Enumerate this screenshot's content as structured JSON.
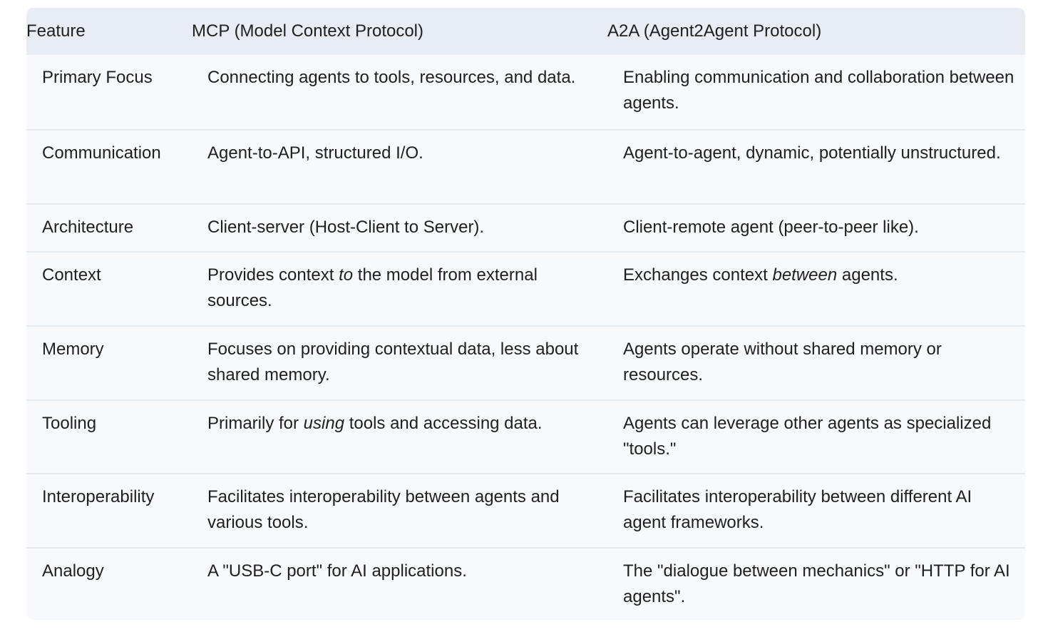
{
  "header": [
    "Feature",
    "MCP (Model Context Protocol)",
    "A2A (Agent2Agent Protocol)"
  ],
  "rows": [
    {
      "feature": "Primary Focus",
      "mcp": [
        {
          "text": "Connecting agents to tools, resources, and data."
        }
      ],
      "a2a": [
        {
          "text": "Enabling communication and collaboration between agents."
        }
      ]
    },
    {
      "feature": "Communication",
      "mcp": [
        {
          "text": "Agent-to-API, structured I/O."
        }
      ],
      "a2a": [
        {
          "text": "Agent-to-agent, dynamic, potentially unstructured."
        }
      ]
    },
    {
      "feature": "Architecture",
      "mcp": [
        {
          "text": "Client-server (Host-Client to Server)."
        }
      ],
      "a2a": [
        {
          "text": "Client-remote agent (peer-to-peer like)."
        }
      ]
    },
    {
      "feature": "Context",
      "mcp": [
        {
          "text": "Provides context "
        },
        {
          "text": "to",
          "em": true
        },
        {
          "text": " the model from external sources."
        }
      ],
      "a2a": [
        {
          "text": "Exchanges context "
        },
        {
          "text": "between",
          "em": true
        },
        {
          "text": " agents."
        }
      ]
    },
    {
      "feature": "Memory",
      "mcp": [
        {
          "text": "Focuses on providing contextual data, less about shared memory."
        }
      ],
      "a2a": [
        {
          "text": "Agents operate without shared memory or resources."
        }
      ]
    },
    {
      "feature": "Tooling",
      "mcp": [
        {
          "text": "Primarily for "
        },
        {
          "text": "using",
          "em": true
        },
        {
          "text": " tools and accessing data."
        }
      ],
      "a2a": [
        {
          "text": "Agents can leverage other agents as specialized \"tools.\""
        }
      ]
    },
    {
      "feature": "Interoperability",
      "mcp": [
        {
          "text": "Facilitates interoperability between agents and various tools."
        }
      ],
      "a2a": [
        {
          "text": "Facilitates interoperability between different AI agent frameworks."
        }
      ]
    },
    {
      "feature": "Analogy",
      "mcp": [
        {
          "text": "A \"USB-C port\" for AI applications."
        }
      ],
      "a2a": [
        {
          "text": "The \"dialogue between mechanics\" or \"HTTP for AI agents\"."
        }
      ]
    }
  ]
}
